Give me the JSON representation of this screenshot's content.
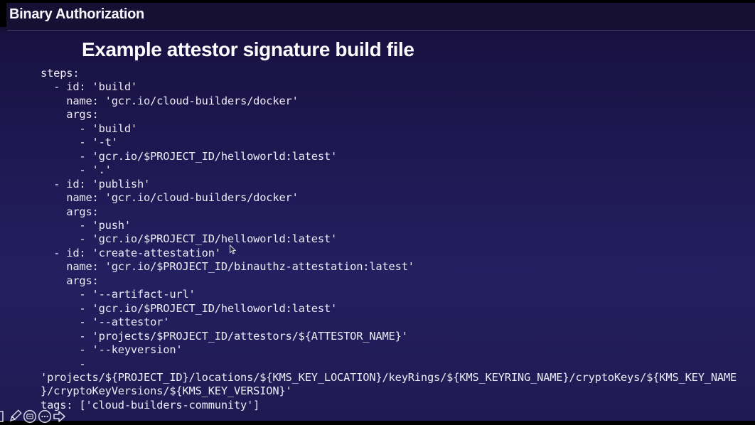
{
  "header": {
    "title": "Binary Authorization"
  },
  "slide": {
    "heading": "Example attestor signature build file",
    "code_lines": [
      "steps:",
      "  - id: 'build'",
      "    name: 'gcr.io/cloud-builders/docker'",
      "    args:",
      "      - 'build'",
      "      - '-t'",
      "      - 'gcr.io/$PROJECT_ID/helloworld:latest'",
      "      - '.'",
      "  - id: 'publish'",
      "    name: 'gcr.io/cloud-builders/docker'",
      "    args:",
      "      - 'push'",
      "      - 'gcr.io/$PROJECT_ID/helloworld:latest'",
      "  - id: 'create-attestation'",
      "    name: 'gcr.io/$PROJECT_ID/binauthz-attestation:latest'",
      "    args:",
      "      - '--artifact-url'",
      "      - 'gcr.io/$PROJECT_ID/helloworld:latest'",
      "      - '--attestor'",
      "      - 'projects/$PROJECT_ID/attestors/${ATTESTOR_NAME}'",
      "      - '--keyversion'",
      "      -",
      "'projects/${PROJECT_ID}/locations/${KMS_KEY_LOCATION}/keyRings/${KMS_KEYRING_NAME}/cryptoKeys/${KMS_KEY_NAME",
      "}/cryptoKeyVersions/${KMS_KEY_VERSION}'",
      "tags: ['cloud-builders-community']"
    ]
  },
  "toolbar": {
    "icons": [
      "square",
      "pencil",
      "whiteboard",
      "more",
      "next-arrow"
    ]
  },
  "colors": {
    "top_bar": "#161034",
    "slide_background": "#201a52",
    "heading_text": "#fcfcfe",
    "code_text": "#eceaf4"
  }
}
